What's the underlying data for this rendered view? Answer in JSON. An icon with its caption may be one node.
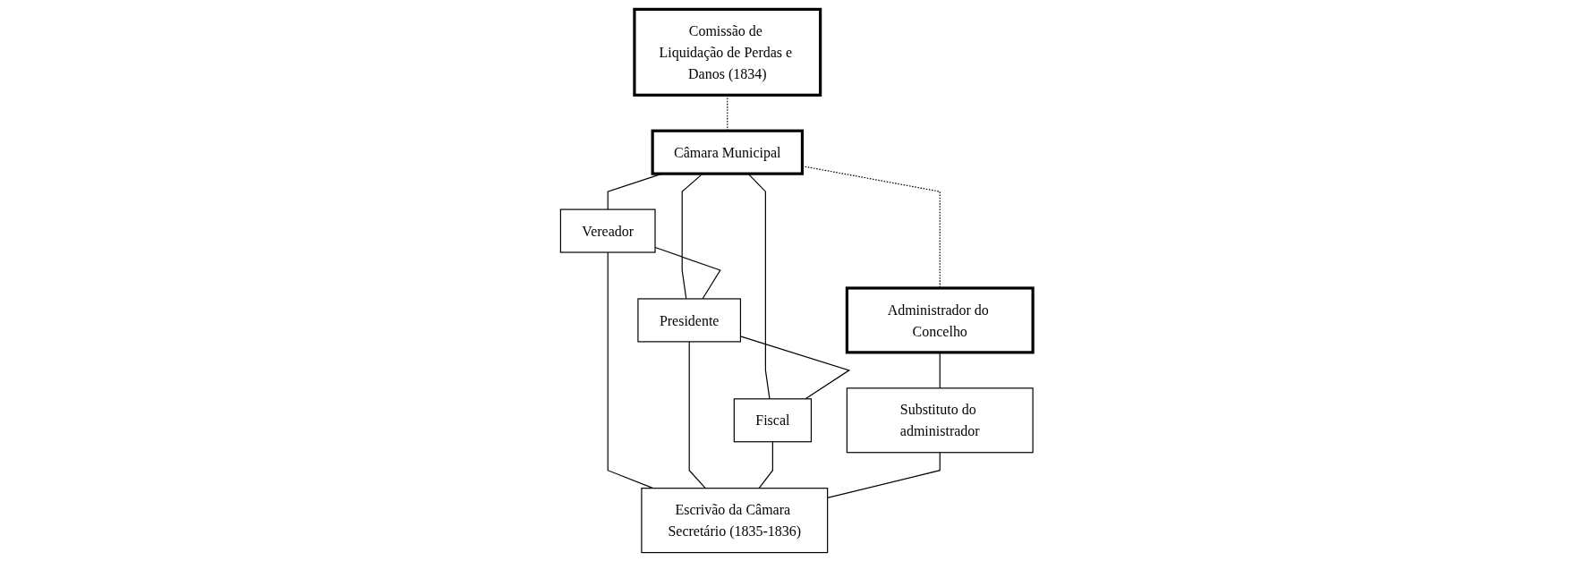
{
  "diagram": {
    "nodes": [
      {
        "text": [
          "Comissão de Liquidação de Perdas e Danos (1834)"
        ]
      },
      {
        "text": [
          "Câmara Municipal"
        ]
      },
      {
        "text": [
          "Administrador do Concelho"
        ]
      },
      {
        "text": [
          "Vereador"
        ]
      },
      {
        "text": [
          "Presidente"
        ]
      },
      {
        "text": [
          "Fiscal"
        ]
      },
      {
        "text": [
          "Substituto do administrador"
        ]
      },
      {
        "text": [
          "Escrivão da Câmara Secretário (1835-1836)"
        ]
      }
    ],
    "edges": [
      {
        "from": 0,
        "to": 1,
        "arrow": "none",
        "style": "dashed"
      },
      {
        "from": 1,
        "to": 2,
        "arrow": "none",
        "style": "dashed"
      },
      {
        "from": 1,
        "to": 3,
        "arrow": "none"
      },
      {
        "from": 1,
        "to": 4,
        "arrow": "none"
      },
      {
        "from": 1,
        "to": 5,
        "arrow": "none"
      },
      {
        "from": 3,
        "to": 4,
        "arrow": "none"
      },
      {
        "from": 4,
        "to": 5,
        "arrow": "none"
      },
      {
        "from": 2,
        "to": 6,
        "arrow": "none"
      },
      {
        "from": 3,
        "to": 7,
        "arrow": "none"
      },
      {
        "from": 4,
        "to": 7,
        "arrow": "none"
      },
      {
        "from": 5,
        "to": 7,
        "arrow": "none"
      },
      {
        "from": 6,
        "to": 7,
        "arrow": "none"
      }
    ]
  }
}
